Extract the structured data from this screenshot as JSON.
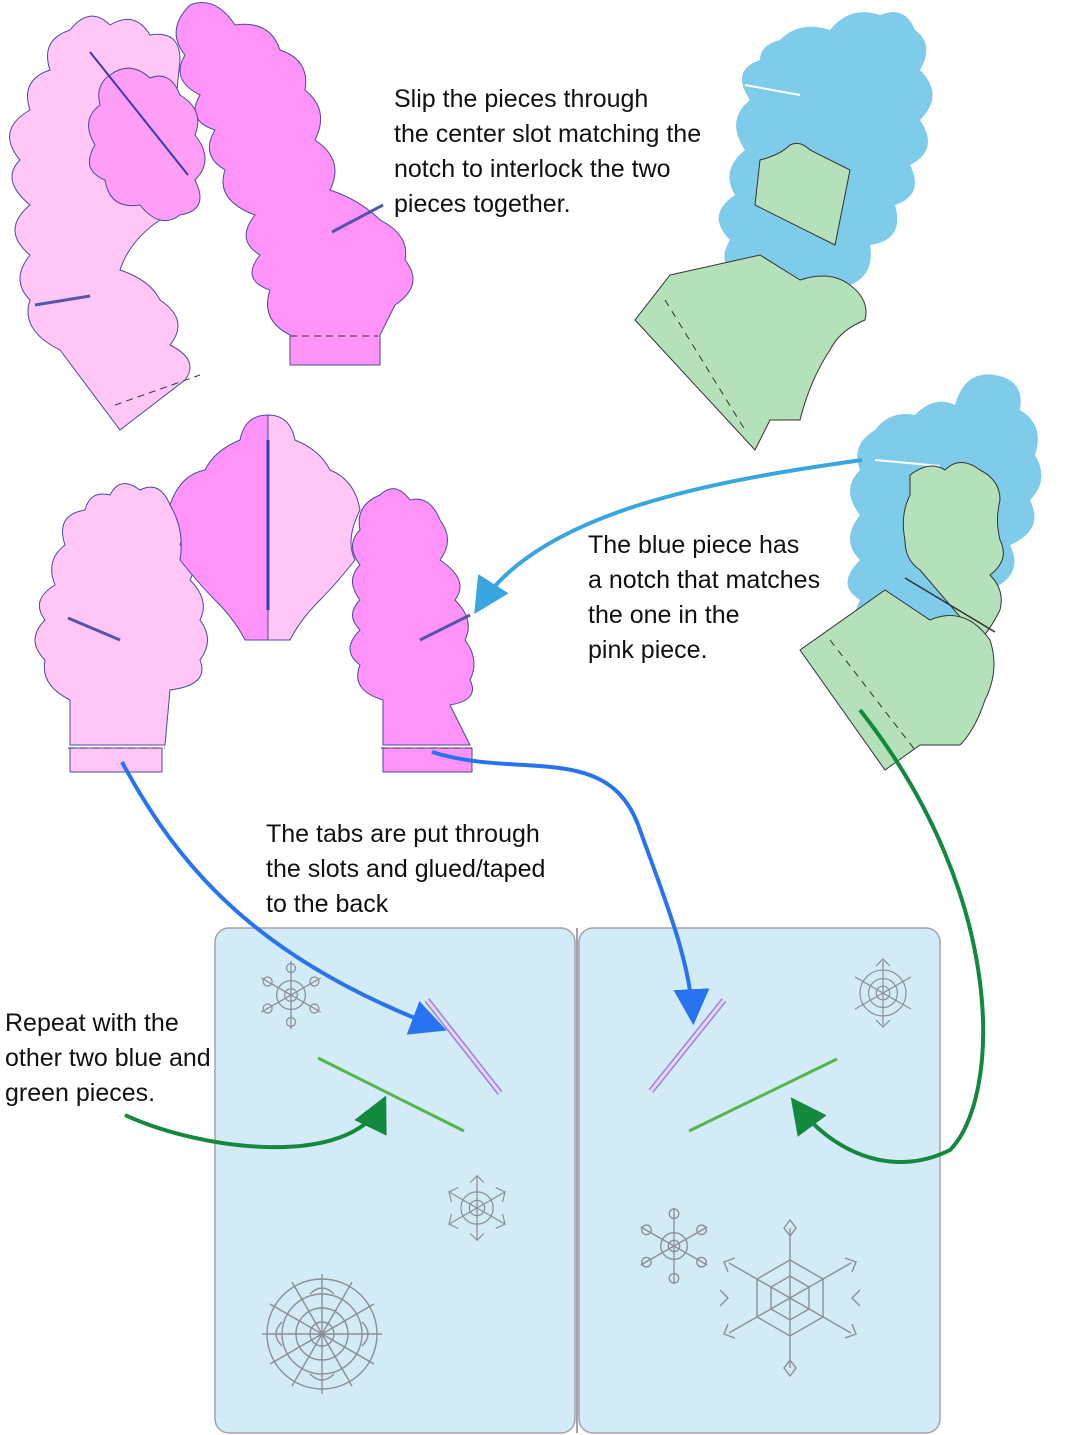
{
  "instructions": {
    "step1": [
      "Slip the pieces through",
      "the center slot matching the",
      "notch to interlock the two",
      "pieces together."
    ],
    "step2": [
      "The blue piece has",
      "a notch that matches",
      "the one in the",
      "pink piece."
    ],
    "step3": [
      "The tabs are put through",
      "the slots and glued/taped",
      "to the back"
    ],
    "step4": [
      "Repeat with the",
      "other two blue and",
      "green pieces."
    ]
  },
  "colors": {
    "pink_light": "#ffc6f6",
    "pink_dark": "#ff93f7",
    "blue_piece": "#7ecbea",
    "green_piece": "#b4e1b9",
    "card_panel": "#d3ebf7",
    "card_border": "#a0a4a8",
    "slot_green": "#56b54a",
    "slot_violet": "#c7a4f6",
    "arrow_blue_light": "#3aa6e0",
    "arrow_blue": "#2873f0",
    "arrow_green": "#13893f"
  },
  "icons": [
    "scalloped-piece-icon",
    "snowflake-icon",
    "curved-arrow-icon"
  ]
}
